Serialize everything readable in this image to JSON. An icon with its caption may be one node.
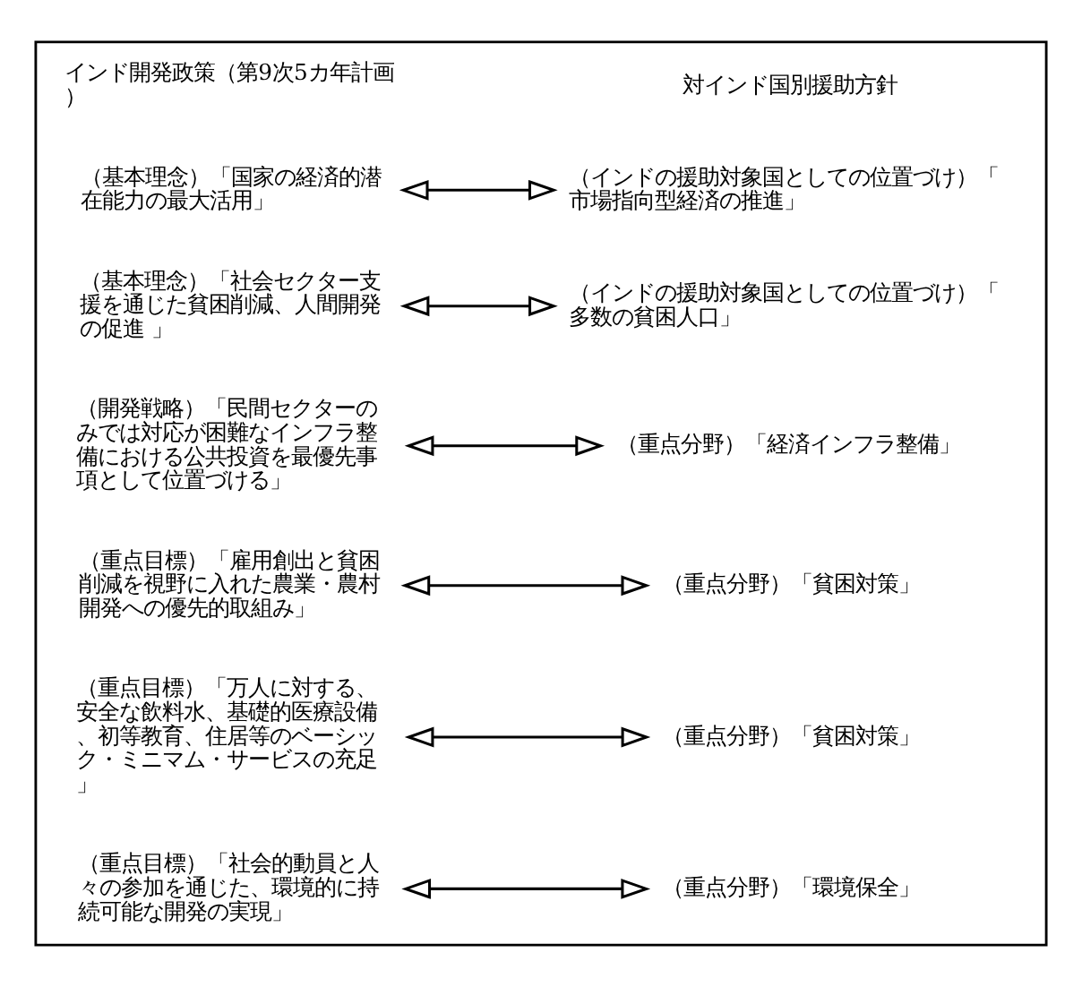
{
  "diagram": {
    "nodes": [
      {
        "text": [],
        "shape": "box"
      },
      {
        "text": [
          "（基本理念）「国家の経済的潜在能力の最大活用」"
        ],
        "in": 0
      },
      {
        "text": [
          "（基本理念）「社会セクター支援を通じた貧困削減、人間開発の促進 」"
        ],
        "in": 0
      },
      {
        "text": [
          "（開発戦略）「民間セクターのみでは対応が困難なインフラ整備における公共投資を最優先事項として位置づける」"
        ],
        "in": 0
      },
      {
        "text": [
          "（重点目標）「雇用創出と貧困削減を視野に入れた農業・農村開発への優先的取組み」"
        ],
        "in": 0
      },
      {
        "text": [
          "（重点目標）「万人に対する、安全な飲料水、基礎的医療設備、初等教育、住居等のベーシック・ミニマム・サービスの充足」"
        ],
        "in": 0
      },
      {
        "text": [
          "（重点目標）「社会的動員と人々の参加を通じた、環境的に持続可能な開発の実現」"
        ],
        "in": 0
      },
      {
        "text": [
          "（インドの援助対象国としての位置づけ）「市場指向型経済の推進」"
        ],
        "in": 0
      },
      {
        "text": [
          "（インドの援助対象国としての位置づけ）「多数の貧困人口」"
        ],
        "in": 0
      },
      {
        "text": [
          "（重点分野）「経済インフラ整備」"
        ],
        "in": 0
      },
      {
        "text": [
          "（重点分野）「貧困対策」"
        ],
        "in": 0
      },
      {
        "text": [
          "（重点分野）「貧困対策」"
        ],
        "in": 0
      },
      {
        "text": [
          "（重点分野）「環境保全」"
        ],
        "in": 0
      }
    ],
    "edges": [
      {
        "from": 1,
        "to": 7,
        "arrow": "both"
      },
      {
        "from": 2,
        "to": 8,
        "arrow": "both"
      },
      {
        "from": 3,
        "to": 9,
        "arrow": "both"
      },
      {
        "from": 4,
        "to": 10,
        "arrow": "both"
      },
      {
        "from": 5,
        "to": 11,
        "arrow": "both"
      },
      {
        "from": 6,
        "to": 12,
        "arrow": "both"
      }
    ],
    "labels": [
      "インド開発政策（第9次5カ年計画）",
      "対インド国別援助方針"
    ]
  }
}
